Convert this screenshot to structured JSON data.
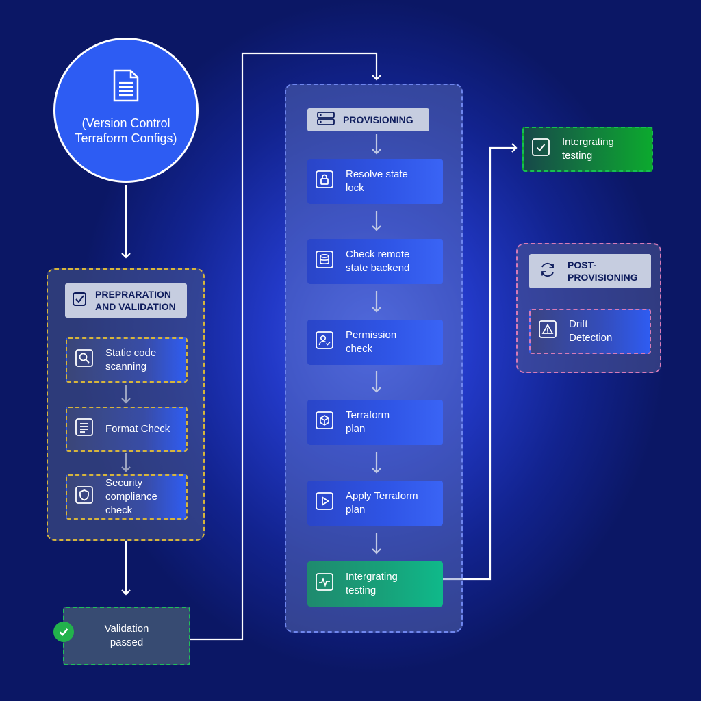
{
  "source": {
    "title": "(Version Control Terraform Configs)",
    "icon": "document-icon"
  },
  "preparation": {
    "header": "PREPRARATION AND VALIDATION",
    "header_icon": "checkbox-icon",
    "steps": [
      {
        "label": "Static code scanning",
        "icon": "magnifier-icon"
      },
      {
        "label": "Format Check",
        "icon": "document-lines-icon"
      },
      {
        "label": "Security compliance check",
        "icon": "shield-icon"
      }
    ]
  },
  "validation": {
    "label": "Validation passed",
    "icon": "check-circle-icon"
  },
  "provisioning": {
    "header": "PROVISIONING",
    "header_icon": "server-icon",
    "steps": [
      {
        "label": "Resolve state lock",
        "icon": "lock-icon"
      },
      {
        "label": "Check remote state backend",
        "icon": "database-icon"
      },
      {
        "label": "Permission check",
        "icon": "user-check-icon"
      },
      {
        "label": "Terraform plan",
        "icon": "cube-icon"
      },
      {
        "label": "Apply Terraform plan",
        "icon": "play-icon"
      },
      {
        "label": "Intergrating testing",
        "icon": "pulse-icon"
      }
    ]
  },
  "integration": {
    "label": "Intergrating testing",
    "icon": "checkbox-icon"
  },
  "post": {
    "header": "POST-PROVISIONING",
    "header_icon": "refresh-icon",
    "steps": [
      {
        "label": "Drift Detection",
        "icon": "warning-icon"
      }
    ]
  },
  "colors": {
    "background": "#12238f",
    "prep_border": "#d7b53b",
    "prov_border": "#6f86ee",
    "post_border": "#d77bb8",
    "success": "#22b24c"
  }
}
